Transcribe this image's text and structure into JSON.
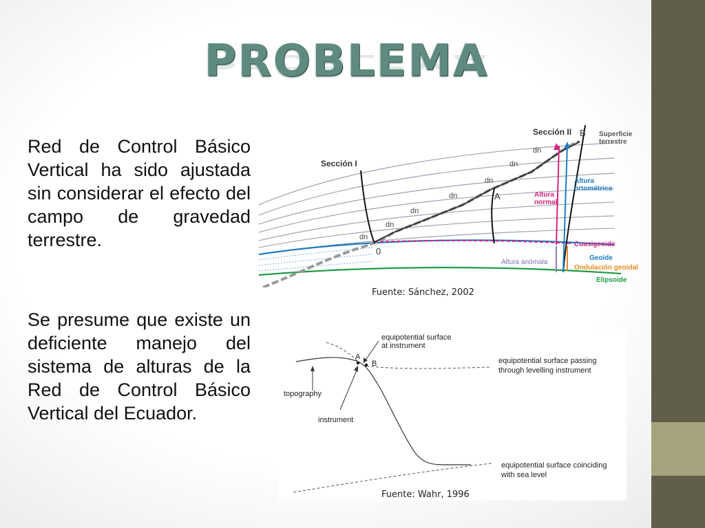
{
  "title": "PROBLEMA",
  "paragraphs": [
    "Red de Control Básico Vertical ha sido ajustada sin considerar el efecto del campo de gravedad terrestre.",
    "Se presume que existe un deficiente manejo del sistema de alturas de la Red de Control Básico Vertical del Ecuador."
  ],
  "figure1": {
    "caption": "Fuente: Sánchez, 2002",
    "labels": {
      "seccion1": "Sección I",
      "seccion2": "Sección II",
      "pointB": "B",
      "pointA": "A",
      "zero": "0",
      "dn": "dn",
      "superficie": "Superficie",
      "terrestre": "terrestre",
      "altura_orto_1": "Altura",
      "altura_orto_2": "ortométrica",
      "altura_normal_1": "Altura",
      "altura_normal_2": "normal",
      "cuasigeoide": "Cuasigeoide",
      "geoide": "Geoide",
      "altura_anomala": "Altura anómala",
      "ondulacion": "Ondulación geoidal",
      "elipsoide": "Elipsoide"
    },
    "colors": {
      "magenta": "#d4247f",
      "blue": "#1e7bc2",
      "green": "#1f9a44",
      "orange": "#e58a1f",
      "purple": "#8f7fbf"
    }
  },
  "figure2": {
    "caption": "Fuente: Wahr, 1996",
    "labels": {
      "equip_instrument_1": "equipotential surface",
      "equip_instrument_2": "at instrument",
      "passing_1": "equipotential surface passing",
      "passing_2": "through levelling instrument",
      "topography": "topography",
      "instrument": "instrument",
      "sea_1": "equipotential surface coinciding",
      "sea_2": "with sea level",
      "pointA": "A",
      "pointB": "B"
    }
  }
}
